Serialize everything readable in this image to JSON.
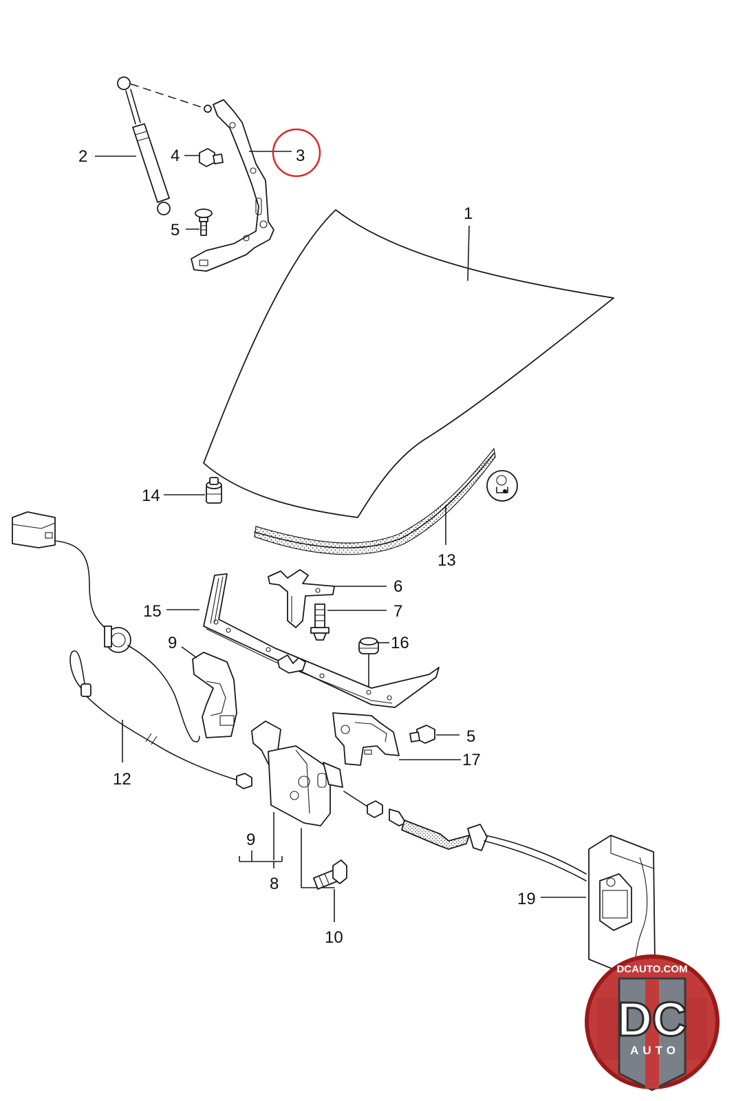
{
  "callouts": {
    "c1": "1",
    "c2": "2",
    "c3": "3",
    "c4": "4",
    "c5a": "5",
    "c5b": "5",
    "c6": "6",
    "c7": "7",
    "c8": "8",
    "c9a": "9",
    "c9b": "9",
    "c10": "10",
    "c12": "12",
    "c13": "13",
    "c14": "14",
    "c15": "15",
    "c16": "16",
    "c17": "17",
    "c19": "19"
  },
  "highlight": {
    "callout": "3",
    "color": "#d62828"
  },
  "logo": {
    "site": "DCAUTO.COM",
    "letters": "DC",
    "word": "AUTO",
    "colors": {
      "ring": "#9a1a1a",
      "field": "#c23b3b",
      "badge": "#7a8088"
    }
  }
}
